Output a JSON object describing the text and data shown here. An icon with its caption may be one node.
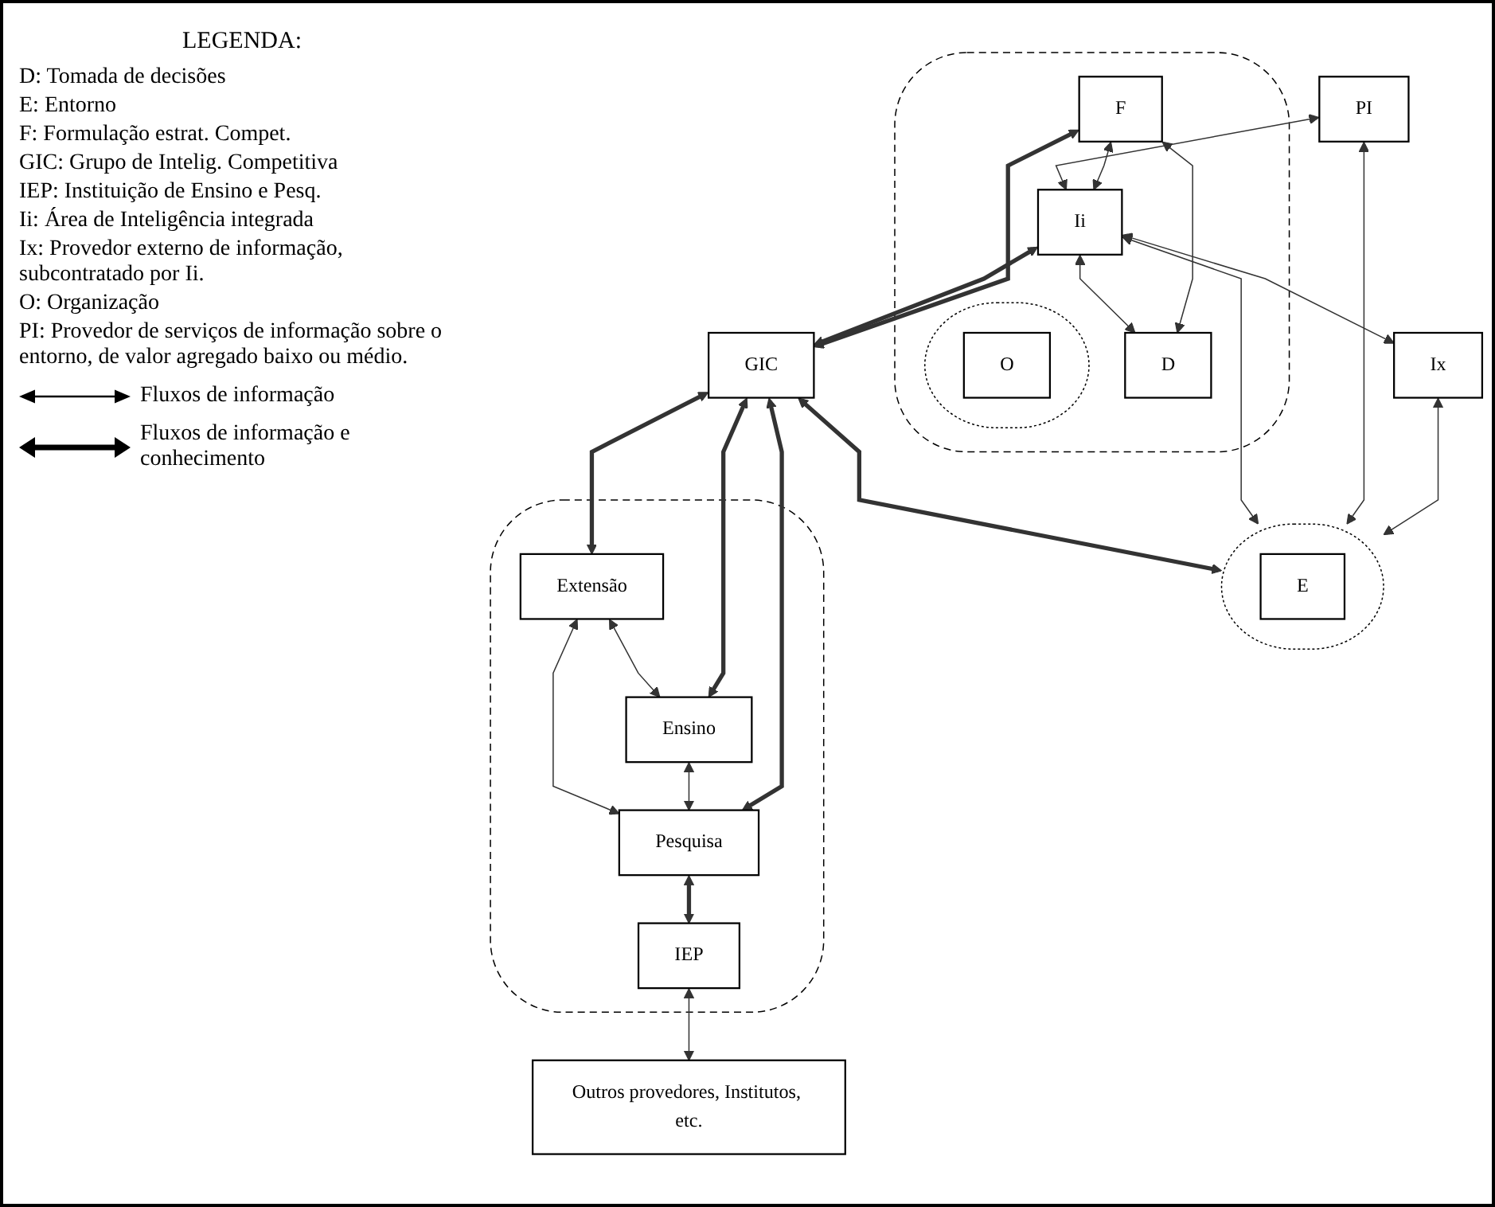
{
  "diagram": {
    "nodes": [
      {
        "text": [],
        "shape": "ellipse"
      },
      {
        "text": [
          "F"
        ],
        "in": 0
      },
      {
        "text": [
          "Ix"
        ]
      },
      {
        "text": [
          "Ii"
        ],
        "in": 0
      },
      {
        "text": [
          "D"
        ],
        "in": 0
      },
      {
        "text": [
          "PI"
        ]
      },
      {
        "text": [],
        "shape": "ellipse",
        "in": 0
      },
      {
        "text": [
          "O"
        ],
        "in": 6
      },
      {
        "text": [],
        "shape": "ellipse"
      },
      {
        "text": [
          "E"
        ],
        "in": 8
      },
      {
        "text": [
          "GIC"
        ]
      },
      {
        "text": [],
        "shape": "ellipse"
      },
      {
        "text": [
          "Extensão"
        ],
        "in": 11
      },
      {
        "text": [
          "Ensino"
        ],
        "in": 11
      },
      {
        "text": [
          "Pesquisa"
        ],
        "in": 11
      },
      {
        "text": [
          "IEP"
        ],
        "in": 11
      },
      {
        "text": [
          "Outros provedores, Institutos, etc."
        ]
      }
    ],
    "edges": [
      {
        "from": 1,
        "to": 4,
        "arrow": "both"
      },
      {
        "from": 1,
        "to": 3,
        "arrow": "both"
      },
      {
        "from": 3,
        "to": 2,
        "arrow": "both"
      },
      {
        "from": 3,
        "to": 4,
        "arrow": "both"
      },
      {
        "from": 2,
        "to": 8,
        "arrow": "both"
      },
      {
        "from": 5,
        "to": 3,
        "arrow": "both"
      },
      {
        "from": 5,
        "to": 8,
        "arrow": "both"
      },
      {
        "from": 3,
        "to": 8,
        "arrow": "both"
      },
      {
        "from": 1,
        "to": 10,
        "arrow": "both",
        "style": "thick"
      },
      {
        "from": 3,
        "to": 10,
        "arrow": "both",
        "style": "thick"
      },
      {
        "from": 10,
        "to": 8,
        "arrow": "both",
        "style": "thick"
      },
      {
        "from": 10,
        "to": 12,
        "arrow": "both",
        "style": "thick"
      },
      {
        "from": 10,
        "to": 13,
        "arrow": "both",
        "style": "thick"
      },
      {
        "from": 10,
        "to": 14,
        "arrow": "both",
        "style": "thick"
      },
      {
        "from": 12,
        "to": 13,
        "arrow": "both"
      },
      {
        "from": 13,
        "to": 14,
        "arrow": "both"
      },
      {
        "from": 12,
        "to": 14,
        "arrow": "both"
      },
      {
        "from": 14,
        "to": 15,
        "arrow": "both",
        "style": "thick"
      },
      {
        "from": 15,
        "to": 16,
        "arrow": "both"
      }
    ],
    "labels": [
      "LEGENDA:",
      "D: Tomada de decisões",
      "E: Entorno",
      "F: Formulação estrat. Compet.",
      "GIC: Grupo de Intelig. Competitiva",
      "IEP: Instituição de Ensino e Pesq.",
      "Ii: Área de Inteligência integrada",
      "Ix: Provedor externo de informação, subcontratado por Ii.",
      "O: Organização",
      "PI: Provedor de serviços de informação sobre o entorno, de valor agregado baixo ou médio."
    ],
    "legend": [
      {
        "text": "Fluxos de informação"
      },
      {
        "text": "Fluxos de informação e conhecimento"
      }
    ]
  }
}
